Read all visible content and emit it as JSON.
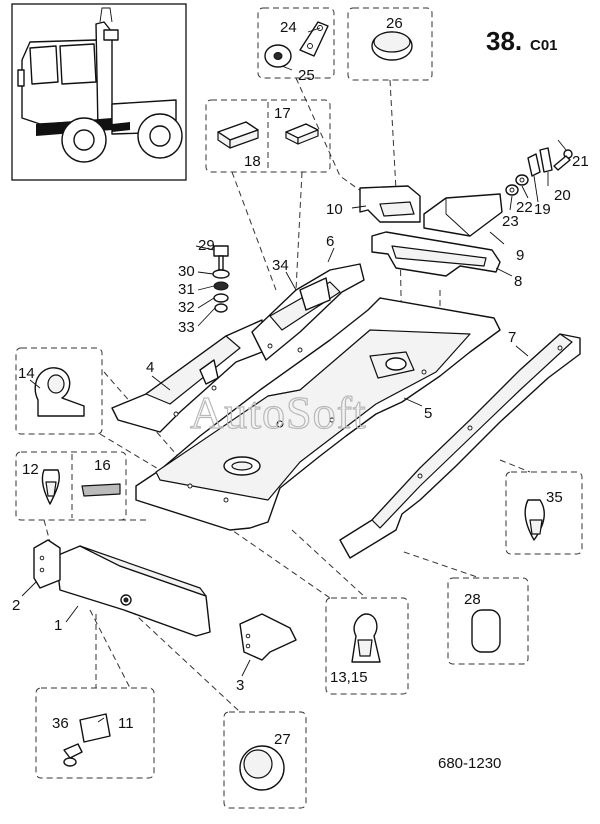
{
  "sheet": {
    "page_number": "38.",
    "page_suffix": "C01",
    "drawing_code": "680-1230",
    "watermark": "AutoSoft"
  },
  "callouts": {
    "c1": "1",
    "c2": "2",
    "c3": "3",
    "c4": "4",
    "c5": "5",
    "c6": "6",
    "c7": "7",
    "c8": "8",
    "c9": "9",
    "c10": "10",
    "c11": "11",
    "c12": "12",
    "c13_15": "13,15",
    "c14": "14",
    "c16": "16",
    "c17": "17",
    "c18": "18",
    "c19": "19",
    "c20": "20",
    "c21": "21",
    "c22": "22",
    "c23": "23",
    "c24": "24",
    "c25": "25",
    "c26": "26",
    "c27": "27",
    "c28": "28",
    "c29": "29",
    "c30": "30",
    "c31": "31",
    "c32": "32",
    "c33": "33",
    "c34": "34",
    "c35": "35",
    "c36": "36"
  }
}
